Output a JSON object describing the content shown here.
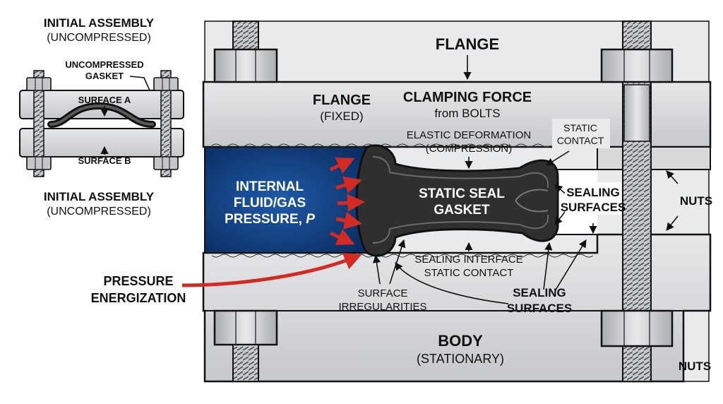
{
  "inset": {
    "title_top_1": "INITIAL ASSEMBLY",
    "title_top_2": "(UNCOMPRESSED)",
    "uncompressed_gasket_1": "UNCOMPRESSED",
    "uncompressed_gasket_2": "GASKET",
    "surface_a": "SURFACE A",
    "surface_b": "SURFACE B",
    "title_bottom_1": "INITIAL ASSEMBLY",
    "title_bottom_2": "(UNCOMPRESSED)"
  },
  "main": {
    "flange_top": "FLANGE",
    "flange_fixed_1": "FLANGE",
    "flange_fixed_2": "(FIXED)",
    "clamping_1": "CLAMPING FORCE",
    "clamping_2": "from BOLTS",
    "elastic_1": "ELASTIC DEFORMATION",
    "elastic_2": "(COMPRESSION)",
    "static_contact_1": "STATIC",
    "static_contact_2": "CONTACT",
    "internal_1": "INTERNAL",
    "internal_2": "FLUID/GAS",
    "internal_3": "PRESSURE, ",
    "internal_p": "P",
    "gasket_1": "STATIC SEAL",
    "gasket_2": "GASKET",
    "sealing_surfaces_right_1": "SEALING",
    "sealing_surfaces_right_2": "SURFACES",
    "nuts_right": "NUTS",
    "nuts_bottom": "NUTS",
    "pressure_energization_1": "PRESSURE",
    "pressure_energization_2": "ENERGIZATION",
    "sealing_interface_1": "SEALING INTERFACE",
    "sealing_interface_2": "STATIC CONTACT",
    "surface_irreg_1": "SURFACE",
    "surface_irreg_2": "IRREGULARITIES",
    "sealing_surfaces_bottom_1": "SEALING",
    "sealing_surfaces_bottom_2": "SURFACES",
    "body_1": "BODY",
    "body_2": "(STATIONARY)"
  },
  "colors": {
    "steel": "#d4d6d8",
    "steel_dark": "#b9bcc0",
    "outline": "#111111",
    "fluid": "#0e3a78",
    "gasket": "#2b2b2b",
    "arrow_red": "#d42a24"
  }
}
